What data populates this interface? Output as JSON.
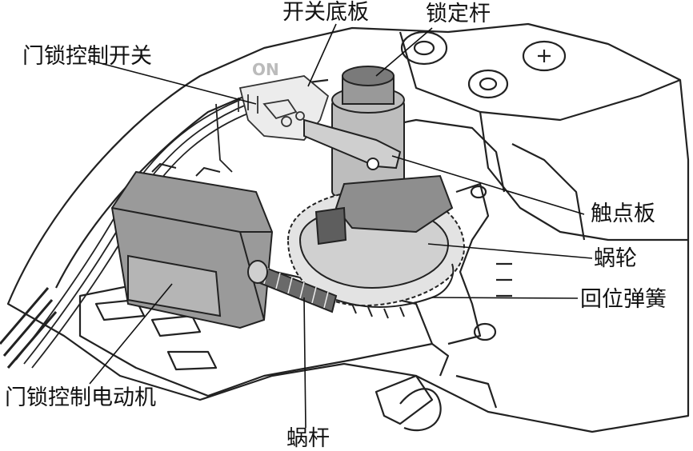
{
  "labels": {
    "switch_base_plate": "开关底板",
    "lock_rod": "锁定杆",
    "door_lock_switch": "门锁控制开关",
    "contact_plate": "触点板",
    "worm_gear": "蜗轮",
    "return_spring": "回位弹簧",
    "door_lock_motor": "门锁控制电动机",
    "worm": "蜗杆"
  },
  "markings": {
    "on": "ON"
  }
}
